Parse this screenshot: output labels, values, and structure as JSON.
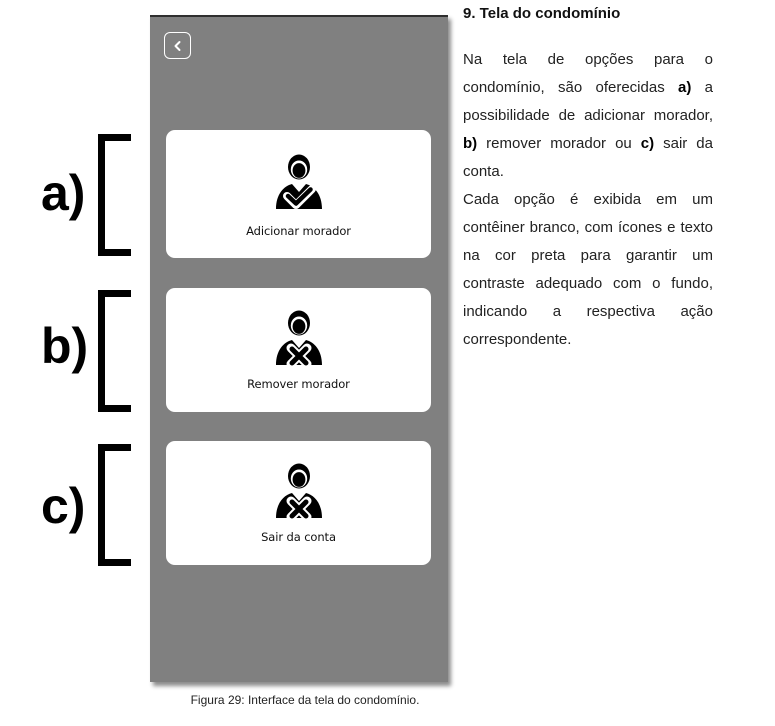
{
  "phone": {
    "back_icon": "chevron-left-icon",
    "cards": [
      {
        "label": "Adicionar morador",
        "icon": "user-check-icon"
      },
      {
        "label": "Remover morador",
        "icon": "user-remove-icon"
      },
      {
        "label": "Sair da conta",
        "icon": "user-remove-icon"
      }
    ]
  },
  "markers": [
    "a)",
    "b)",
    "c)"
  ],
  "section": {
    "title": "9. Tela do condomínio",
    "p1_before_a": "Na tela de opções para o condomínio, são oferecidas ",
    "p1_a": "a)",
    "p1_after_a": " a possibilidade de adicionar morador, ",
    "p1_b": "b)",
    "p1_after_b": " remover morador ou ",
    "p1_c": "c)",
    "p1_after_c": " sair da conta.",
    "p2": "Cada opção é exibida em um contêiner branco, com ícones e texto na cor preta para garantir um contraste adequado com o fundo, indicando a respectiva ação correspondente."
  },
  "caption": "Figura 29: Interface da tela do condomínio.",
  "colors": {
    "phone_bg": "#808080",
    "card_bg": "#ffffff",
    "text": "#222222"
  }
}
